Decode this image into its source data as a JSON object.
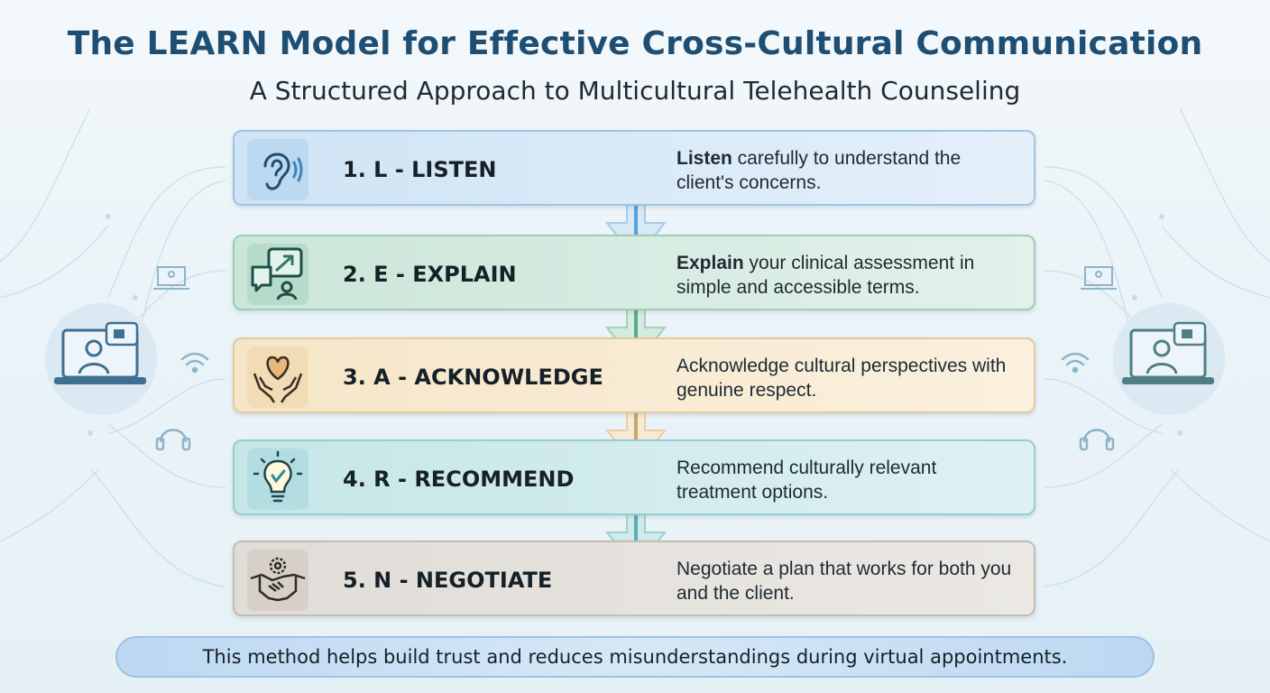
{
  "title": "The LEARN Model for Effective Cross-Cultural Communication",
  "subtitle": "A Structured Approach to Multicultural Telehealth Counseling",
  "steps": [
    {
      "label": "1. L - LISTEN",
      "desc_bold": "Listen",
      "desc_rest": " carefully to understand the client's concerns.",
      "icon": "ear-icon",
      "color": "#cfe4f5"
    },
    {
      "label": "2. E - EXPLAIN",
      "desc_bold": "Explain",
      "desc_rest": " your clinical assessment in simple and accessible terms.",
      "icon": "chat-arrow-icon",
      "color": "#cbe6d9"
    },
    {
      "label": "3. A - ACKNOWLEDGE",
      "desc_bold": "",
      "desc_rest": "Acknowledge cultural perspectives with genuine respect.",
      "icon": "heart-hands-icon",
      "color": "#f6e6c9"
    },
    {
      "label": "4. R - RECOMMEND",
      "desc_bold": "",
      "desc_rest": "Recommend culturally relevant treatment options.",
      "icon": "lightbulb-icon",
      "color": "#c6e6e8"
    },
    {
      "label": "5. N - NEGOTIATE",
      "desc_bold": "",
      "desc_rest": "Negotiate a plan that works for both you and the client.",
      "icon": "handshake-icon",
      "color": "#e0dcd7"
    }
  ],
  "footer": "This method helps build trust and reduces misunderstandings during virtual appointments.",
  "colors": {
    "title": "#1f4e73",
    "accent": "#5a9fd4"
  }
}
